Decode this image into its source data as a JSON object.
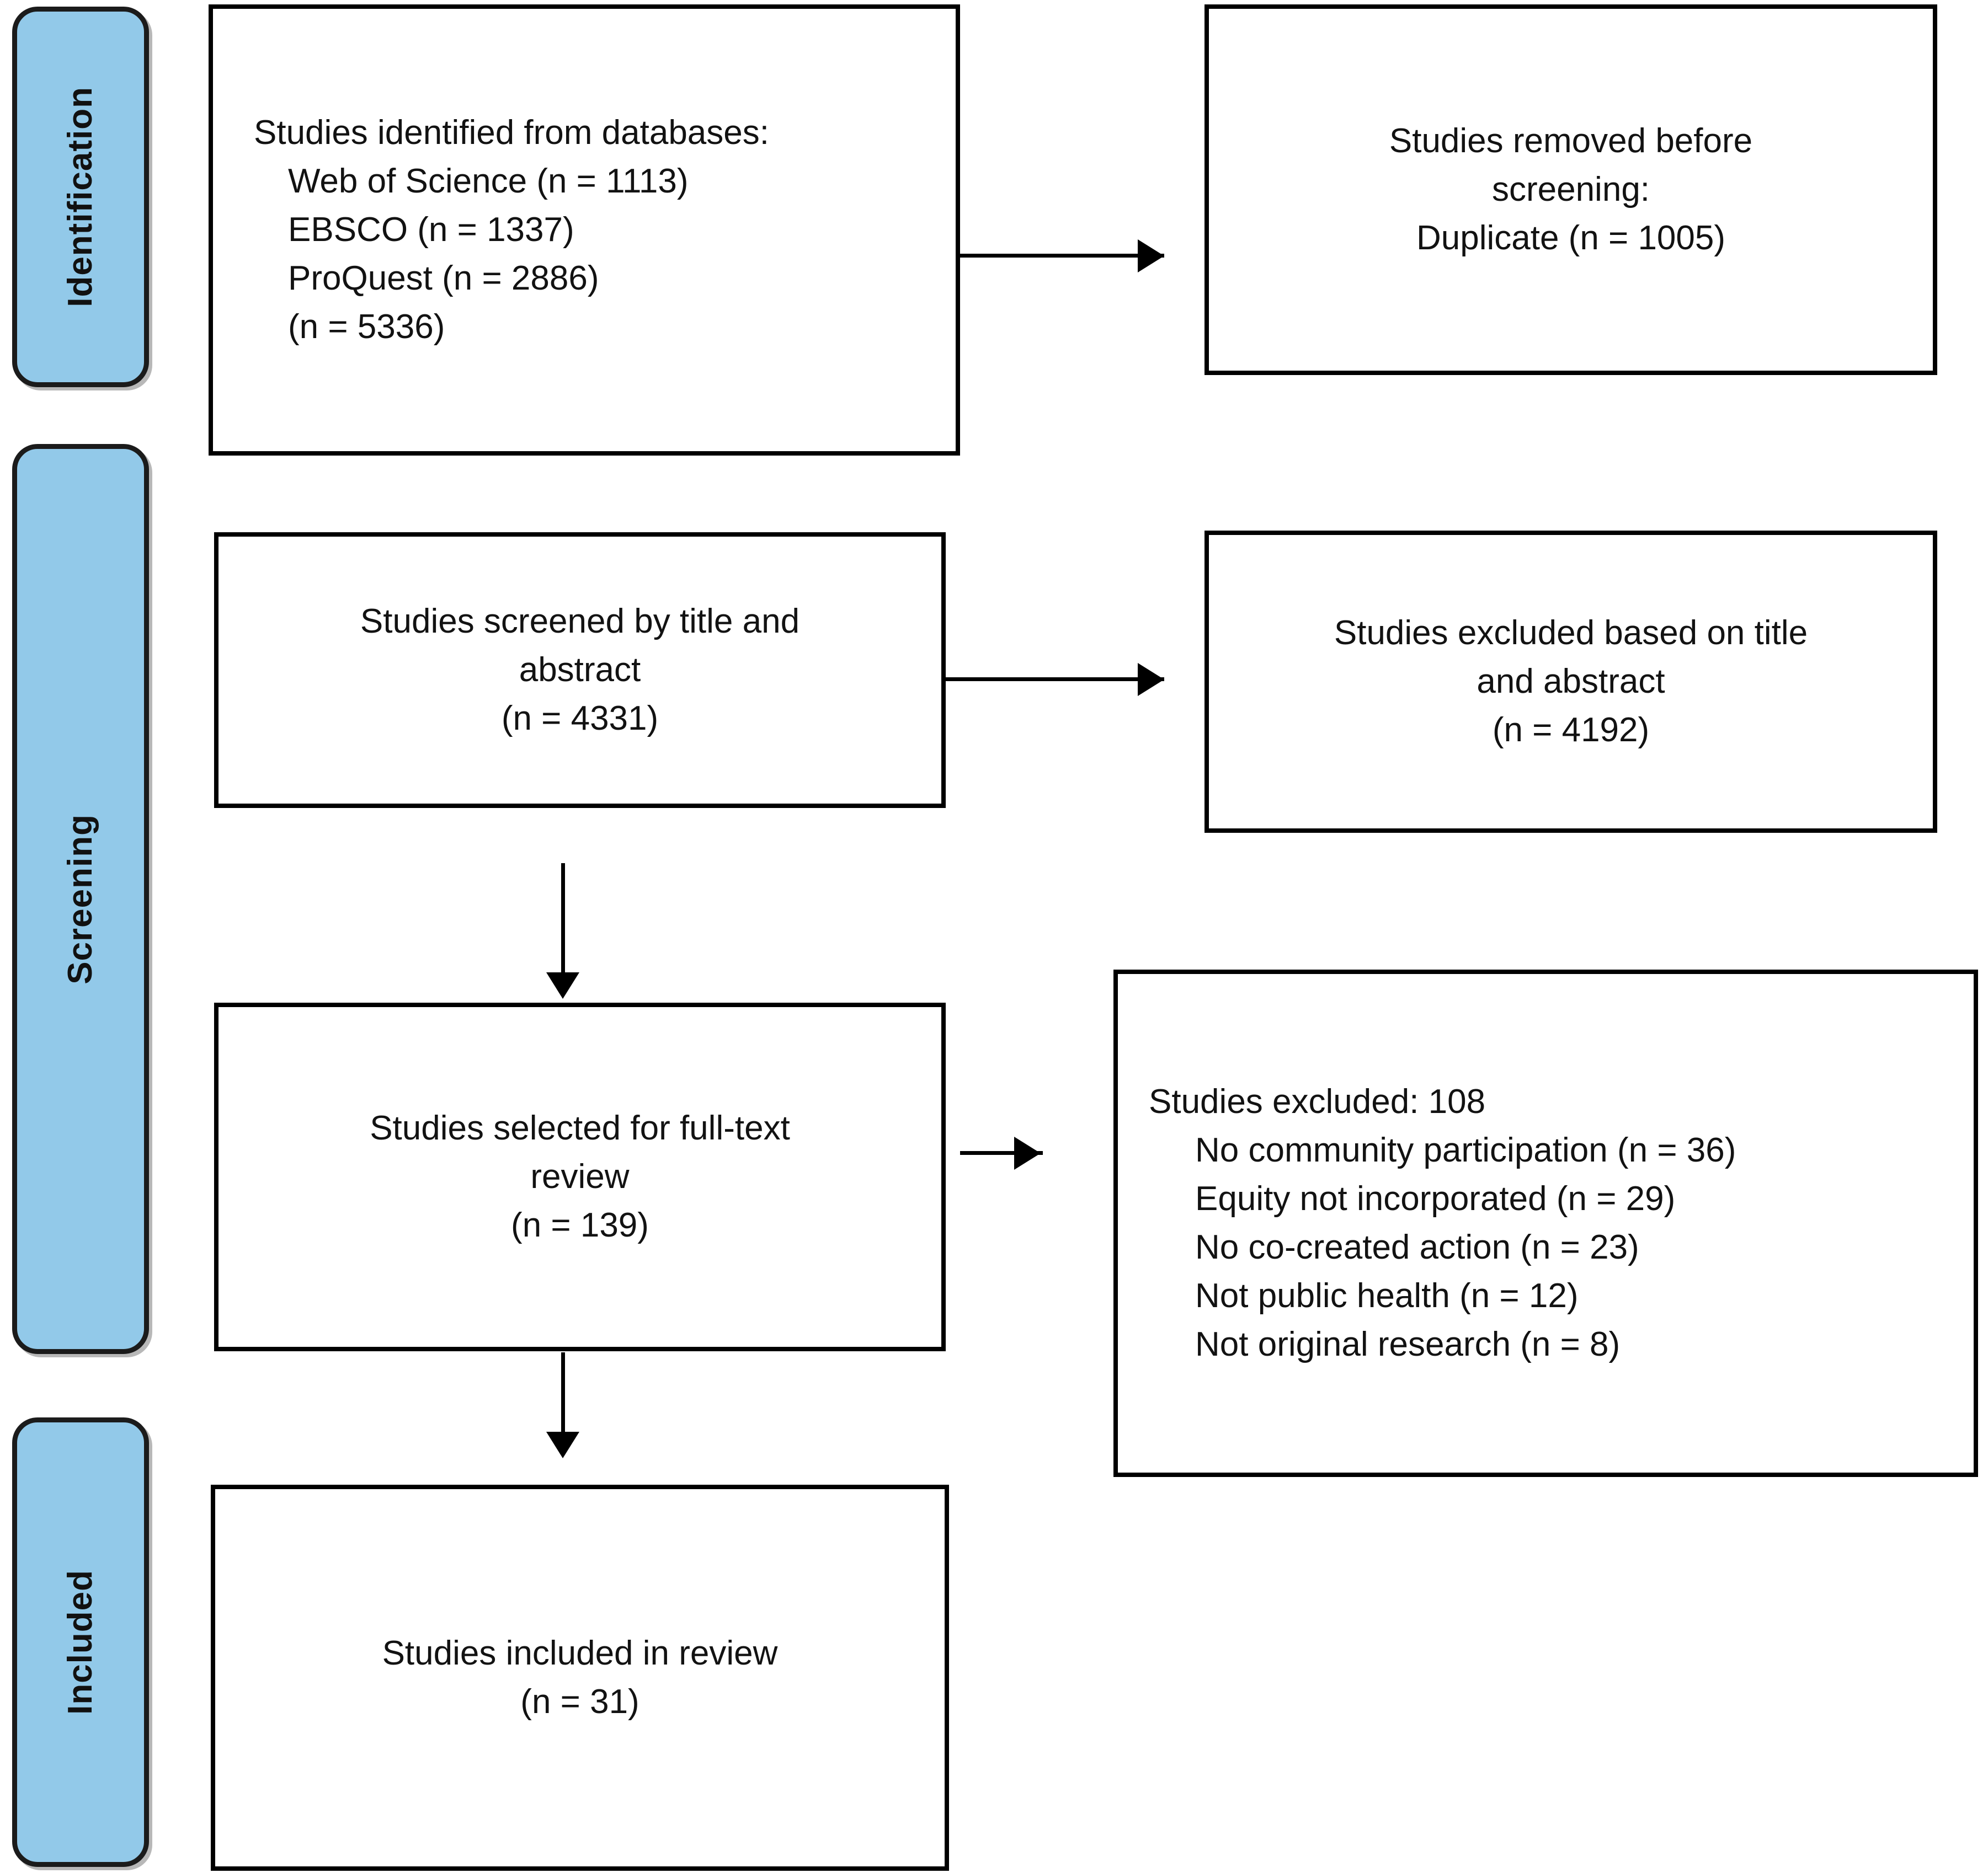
{
  "diagram": {
    "type": "prisma-flow-diagram",
    "title": "PRISMA study selection flow diagram",
    "accent_color": "#92C9E9",
    "line_color": "#000000",
    "background": "#ffffff"
  },
  "stages": [
    {
      "id": "identification",
      "label": "Identification"
    },
    {
      "id": "screening",
      "label": "Screening"
    },
    {
      "id": "included",
      "label": "Included"
    }
  ],
  "boxes": {
    "identified": {
      "id": "studies-identified",
      "lines": [
        "Studies identified from databases:",
        "Web of Science (n = 1113)",
        "EBSCO (n = 1337)",
        "ProQuest (n = 2886)",
        "(n = 5336)"
      ]
    },
    "removed": {
      "id": "studies-removed",
      "lines": [
        "Studies removed before",
        "screening:",
        "Duplicate (n = 1005)"
      ]
    },
    "screened": {
      "id": "studies-screened",
      "lines": [
        "Studies screened by title and",
        "abstract",
        "(n = 4331)"
      ]
    },
    "excluded_ta": {
      "id": "studies-excluded-title-abstract",
      "lines": [
        "Studies excluded based on title",
        "and abstract",
        "(n = 4192)"
      ]
    },
    "fulltext": {
      "id": "studies-full-text",
      "lines": [
        "Studies selected for full-text",
        "review",
        "(n = 139)"
      ]
    },
    "excluded_reasons": {
      "id": "studies-excluded-reasons",
      "heading": "Studies excluded: 108",
      "reasons": [
        "No community participation (n = 36)",
        "Equity not incorporated (n = 29)",
        "No co-created action (n = 23)",
        "Not public health (n = 12)",
        "Not original research (n = 8)"
      ]
    },
    "included": {
      "id": "studies-included",
      "lines": [
        "Studies included in review",
        "(n = 31)"
      ]
    }
  },
  "counts": {
    "web_of_science": 1113,
    "ebsco": 1337,
    "proquest": 2886,
    "total_identified": 5336,
    "duplicates_removed": 1005,
    "screened_title_abstract": 4331,
    "excluded_title_abstract": 4192,
    "full_text_reviewed": 139,
    "full_text_excluded": 108,
    "no_community_participation": 36,
    "equity_not_incorporated": 29,
    "no_co_created_action": 23,
    "not_public_health": 12,
    "not_original_research": 8,
    "included_in_review": 31
  }
}
